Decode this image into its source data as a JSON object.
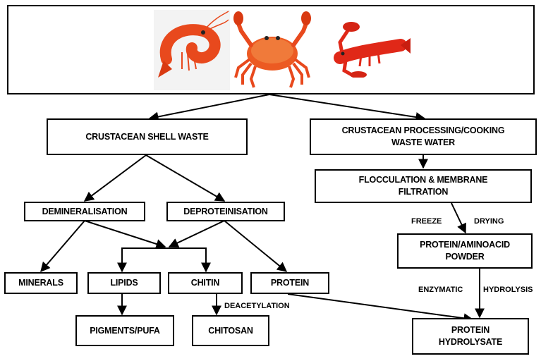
{
  "nodes": {
    "shell_waste": "CRUSTACEAN SHELL WASTE",
    "processing_water": "CRUSTACEAN PROCESSING/COOKING WASTE WATER",
    "flocculation": "FLOCCULATION & MEMBRANE FILTRATION",
    "demineralisation": "DEMINERALISATION",
    "deproteinisation": "DEPROTEINISATION",
    "protein_powder": "PROTEIN/AMINOACID POWDER",
    "minerals": "MINERALS",
    "lipids": "LIPIDS",
    "chitin": "CHITIN",
    "protein": "PROTEIN",
    "pigments": "PIGMENTS/PUFA",
    "chitosan": "CHITOSAN",
    "hydrolysate": "PROTEIN HYDROLYSATE"
  },
  "edge_labels": {
    "freeze": "FREEZE",
    "drying": "DRYING",
    "deacetylation": "DEACETYLATION",
    "enzymatic": "ENZYMATIC",
    "hydrolysis": "HYDROLYSIS"
  },
  "images": [
    "shrimp",
    "crab",
    "lobster"
  ],
  "colors": {
    "animal": "#e8491d",
    "line": "#000000"
  }
}
